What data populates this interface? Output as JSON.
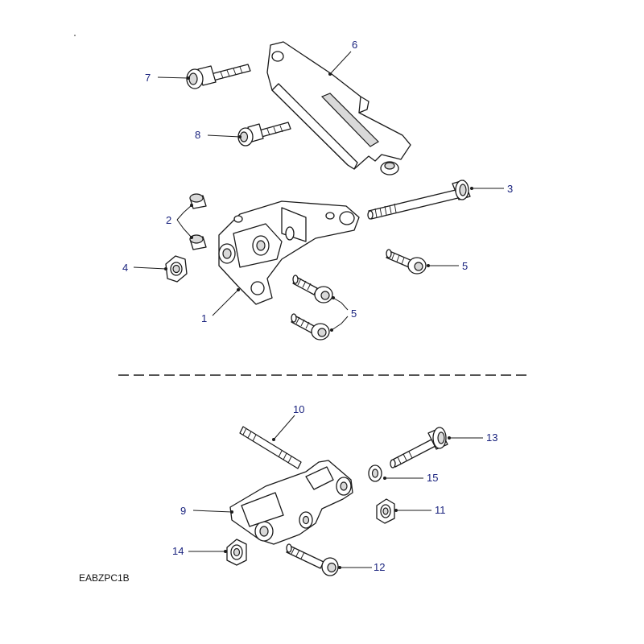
{
  "diagram": {
    "callouts": {
      "c1": "1",
      "c2": "2",
      "c3": "3",
      "c4": "4",
      "c5a": "5",
      "c5b": "5",
      "c6": "6",
      "c7": "7",
      "c8": "8",
      "c9": "9",
      "c10": "10",
      "c11": "11",
      "c12": "12",
      "c13": "13",
      "c14": "14",
      "c15": "15"
    },
    "reference_code": "EABZPC1B",
    "colors": {
      "callout": "#1a237e",
      "line": "#1a1a1a"
    }
  }
}
